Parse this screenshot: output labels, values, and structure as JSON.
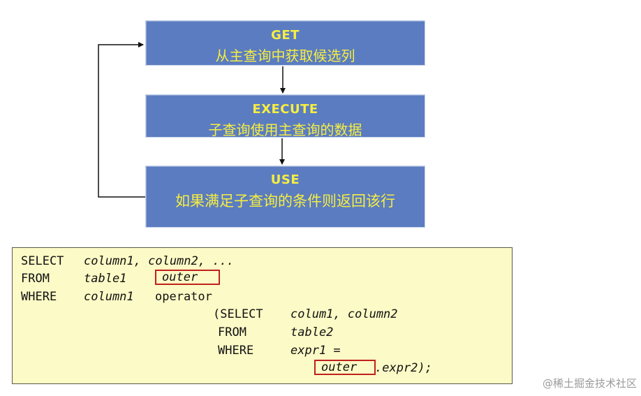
{
  "flow": {
    "get": {
      "title": "GET",
      "desc": "从主查询中获取候选列"
    },
    "execute": {
      "title": "EXECUTE",
      "desc": "子查询使用主查询的数据"
    },
    "use": {
      "title": "USE",
      "desc": "如果满足子查询的条件则返回该行"
    }
  },
  "colors": {
    "box_fill": "#5b7cc0",
    "box_text": "#f5ee42",
    "code_bg": "#fcfac6",
    "highlight_border": "#c0201e"
  },
  "code": {
    "line1": {
      "kw": "SELECT",
      "rest": "column1, column2, ..."
    },
    "line2": {
      "kw": "FROM",
      "rest": "table1"
    },
    "line2_highlight": "outer",
    "line3": {
      "kw": "WHERE",
      "col": "column1",
      "op": "operator"
    },
    "line4": {
      "kw": "(SELECT",
      "rest": "colum1, column2"
    },
    "line5": {
      "kw": "FROM",
      "rest": "table2"
    },
    "line6": {
      "kw": "WHERE",
      "rest": "expr1 ="
    },
    "line7_highlight": "outer",
    "line7_rest": ".expr2);"
  },
  "watermark": "@稀土掘金技术社区"
}
